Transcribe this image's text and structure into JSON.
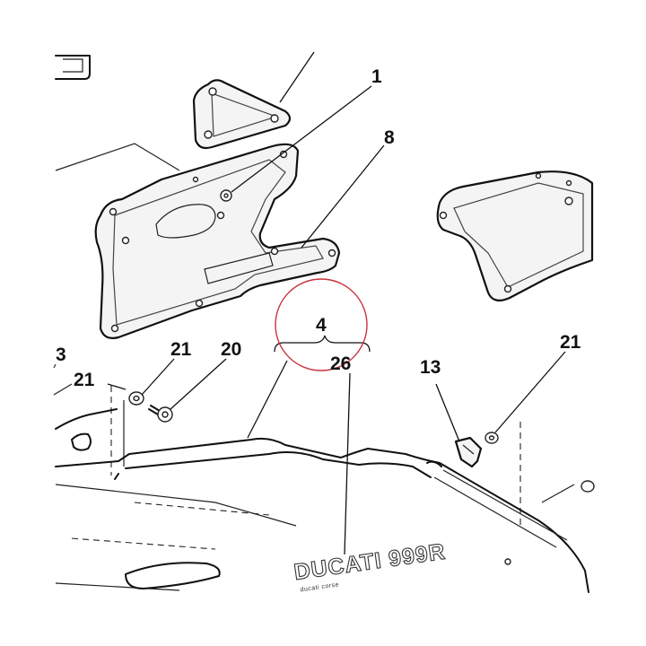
{
  "callouts": {
    "c1": "1",
    "c8": "8",
    "c4": "4",
    "c26": "26",
    "c3": "3",
    "c21_left": "21",
    "c21_mid": "21",
    "c20": "20",
    "c13": "13",
    "c21_right": "21"
  },
  "branding": {
    "logo_text": "DUCATI 999R",
    "small_print": "ducati corse"
  },
  "colors": {
    "line": "#111111",
    "fill": "#f4f4f4",
    "highlight_circle": "#c8323c"
  }
}
